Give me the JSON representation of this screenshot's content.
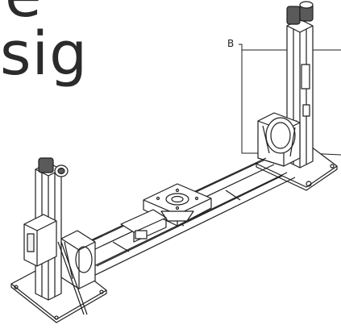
{
  "headline": {
    "line1": "e",
    "line2": "sig"
  },
  "callout": {
    "label": "B"
  },
  "colors": {
    "ink": "#2b2b2b",
    "line": "#1e1e1e",
    "paper": "#ffffff",
    "fill_light": "#f2f2f2",
    "fill_dark": "#5a5a5a"
  }
}
